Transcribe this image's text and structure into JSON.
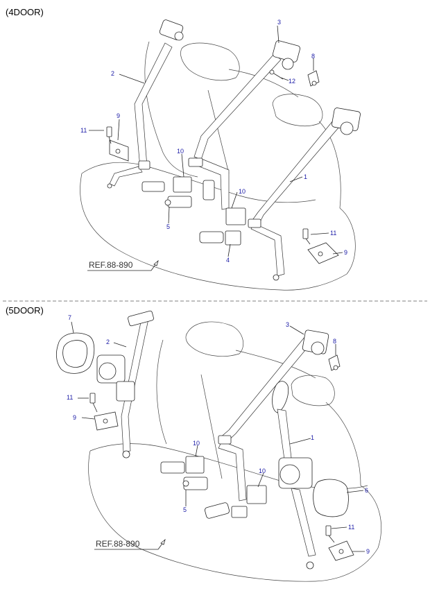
{
  "sections": [
    {
      "title": "(4DOOR)",
      "ref": "REF.88-890",
      "callouts": [
        "1",
        "2",
        "3",
        "4",
        "5",
        "8",
        "9",
        "9",
        "10",
        "10",
        "11",
        "11",
        "12"
      ]
    },
    {
      "title": "(5DOOR)",
      "ref": "REF.88-890",
      "callouts": [
        "1",
        "2",
        "3",
        "5",
        "6",
        "7",
        "8",
        "9",
        "9",
        "10",
        "10",
        "11",
        "11"
      ]
    }
  ],
  "colors": {
    "callout": "#1a1aa6",
    "line": "#222222",
    "divider": "#555555"
  }
}
